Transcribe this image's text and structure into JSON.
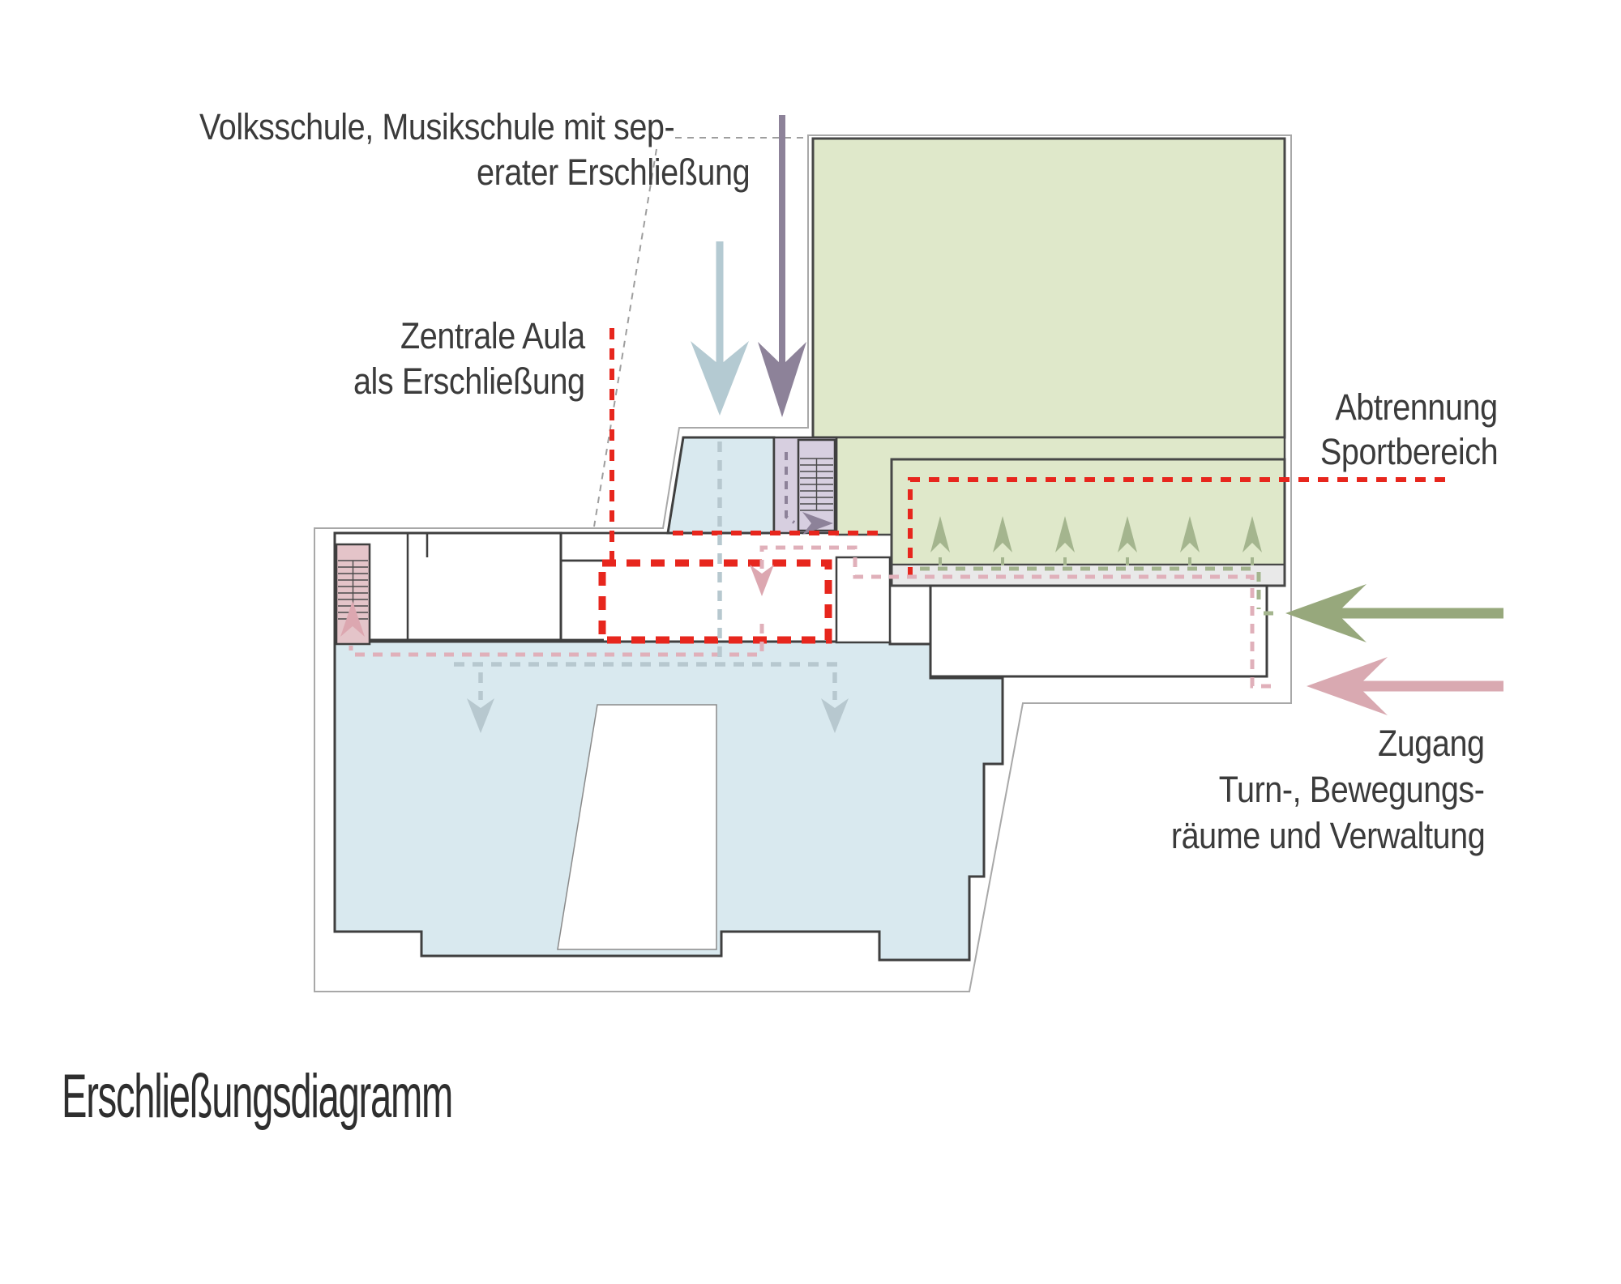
{
  "title": "Erschließungsdiagramm",
  "labels": {
    "volksschule_line1": "Volksschule, Musikschule mit sep-",
    "volksschule_line2": "erater Erschließung",
    "aula_line1": "Zentrale Aula",
    "aula_line2": "als Erschließung",
    "abtrennung_line1": "Abtrennung",
    "abtrennung_line2": "Sportbereich",
    "zugang_line1": "Zugang",
    "zugang_line2": "Turn-, Bewegungs-",
    "zugang_line3": "räume und Verwaltung"
  },
  "colors": {
    "zone_school_green": "#dfe8ca",
    "zone_circulation_blue": "#d9e9ef",
    "zone_stair_pink": "#e4c4c9",
    "zone_stair_purple": "#d7cfe0",
    "corridor_gray": "#e9e9e9",
    "wall_dark": "#3f3f3f",
    "boundary_gray": "#a8a8a8",
    "route_red": "#e7261d",
    "route_pink": "#e0b0ba",
    "arrow_pink_small": "#dca7b0",
    "arrow_pink_big": "#d9a9b1",
    "route_sage": "#a4b58e",
    "arrow_green_big": "#97a87c",
    "route_bluegray": "#b7c8cf",
    "arrow_blue_big": "#b4cad2",
    "arrow_purple": "#8d8299",
    "leader_gray": "#9e9e9e"
  }
}
